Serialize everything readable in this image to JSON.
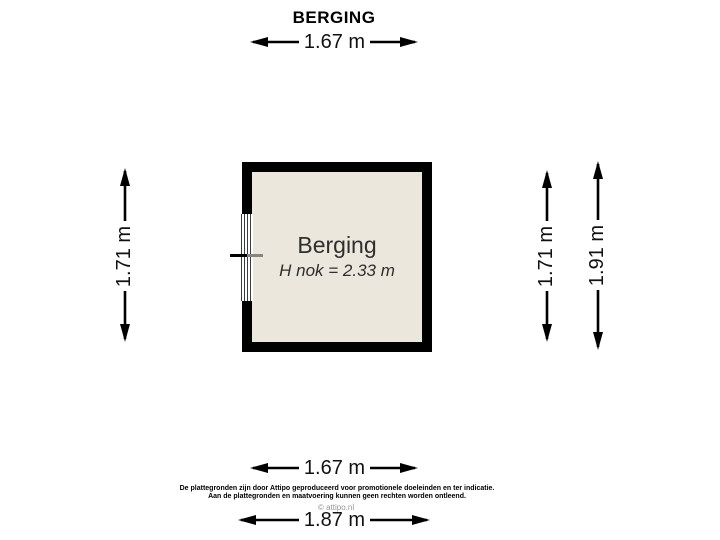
{
  "title": "BERGING",
  "room": {
    "name": "Berging",
    "height_note": "H nok = 2.33 m"
  },
  "dimensions": {
    "top": "1.67 m",
    "left": "1.71 m",
    "right_inner": "1.71 m",
    "right_outer": "1.91 m",
    "bottom_inner": "1.67 m",
    "bottom_outer": "1.87 m"
  },
  "disclaimer": {
    "line1": "De plattegronden zijn door Attipo geproduceerd voor promotionele doeleinden en ter indicatie.",
    "line2": "Aan de plattegronden en maatvoering kunnen geen rechten worden ontleend."
  },
  "watermark": "© attipo.nl",
  "colors": {
    "background": "#FFFFFF",
    "wall": "#000000",
    "floor": "#ECE7DC",
    "dimension_line": "#000000"
  }
}
